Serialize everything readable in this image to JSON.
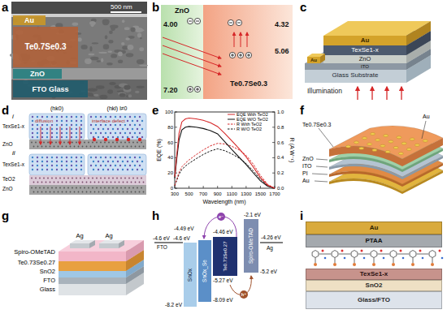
{
  "diagram": {
    "nodes": [
      {
        "text": [
          "Au"
        ]
      },
      {
        "text": [
          "Te0.7Se0.3"
        ]
      },
      {
        "text": [
          "ZnO"
        ]
      },
      {
        "text": [
          "FTO Glass"
        ]
      },
      {
        "text": [
          "ZnO",
          "4.00",
          "7.20"
        ]
      },
      {
        "text": [
          "4.32",
          "5.06",
          "Te0.7Se0.3"
        ]
      },
      {
        "text": [
          "SnOx"
        ]
      },
      {
        "text": [
          "SnOx_Se"
        ]
      },
      {
        "text": [
          "Te0.73Se0.27"
        ]
      },
      {
        "text": [
          "Spiro-OMeTAD"
        ]
      },
      {
        "text": [
          "Au"
        ]
      },
      {
        "text": [
          "PTAA"
        ]
      },
      {
        "text": [
          "TexSe1-x"
        ]
      },
      {
        "text": [
          "SnO2"
        ]
      },
      {
        "text": [
          "Glass/FTO"
        ]
      }
    ],
    "labels": [
      "a",
      "500 nm",
      "b",
      "c",
      "Au",
      "TexSe1-x",
      "ZnO",
      "ITO",
      "Glass Substrate",
      "Au",
      "Illumination",
      "d",
      "i",
      "(hk0)",
      "(hkl) l≠0",
      "TexSe1-x",
      "ZnO",
      "diffusion",
      "interface defect",
      "ii",
      "TexSe1-x",
      "TeO2",
      "ZnO",
      "e",
      "0",
      "20",
      "40",
      "60",
      "80",
      "100",
      "EQE (%)",
      "0.0",
      "0.2",
      "0.4",
      "0.6",
      "0.8",
      "1.0",
      "R (A W⁻¹)",
      "300",
      "500",
      "700",
      "900",
      "1100",
      "1300",
      "1500",
      "1700",
      "Wavelength (nm)",
      "f",
      "Te0.7Se0.3",
      "Au",
      "ZnO",
      "ITO",
      "PI",
      "Au",
      "g",
      "Ag",
      "Ag",
      "Spiro-OMeTAD",
      "Te0.73Se0.27",
      "SnO2",
      "FTO",
      "Glass",
      "h",
      "-2.1 eV",
      "-4.26 eV",
      "Ag",
      "-4.6 eV",
      "-4.6 eV",
      "FTO",
      "-4.49 eV",
      "-4.46 eV",
      "-5.27 eV",
      "-5.2 eV",
      "-8.2 eV",
      "-8.09 eV",
      "e⁻",
      "h⁺",
      "i"
    ],
    "legend": [
      {
        "text": "EQE With TeO2"
      },
      {
        "text": "EQE W/O TeO2"
      },
      {
        "text": "R With TeO2"
      },
      {
        "text": "R W/O TeO2"
      }
    ]
  }
}
